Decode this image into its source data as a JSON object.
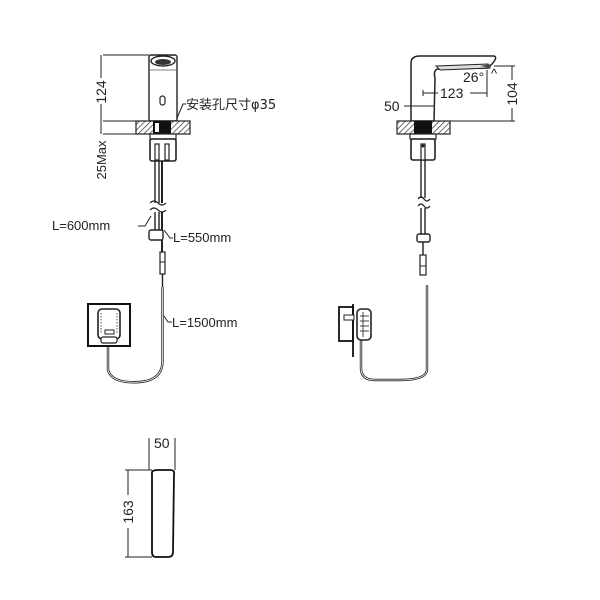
{
  "drawing": {
    "subject": "sensor-faucet-dimension-drawing",
    "front_view": {
      "height_label": "124",
      "deck_thickness_label": "25Max",
      "hole_note": "安装孔尺寸φ35",
      "hose_length_a": "L=600mm",
      "hose_length_b": "L=550mm",
      "power_cable_length": "L=1500mm"
    },
    "side_view": {
      "spout_angle": "26°",
      "spout_reach": "123",
      "body_width": "50",
      "spout_height": "104"
    },
    "sensor_box_view": {
      "width_label": "50",
      "height_label": "163"
    }
  }
}
